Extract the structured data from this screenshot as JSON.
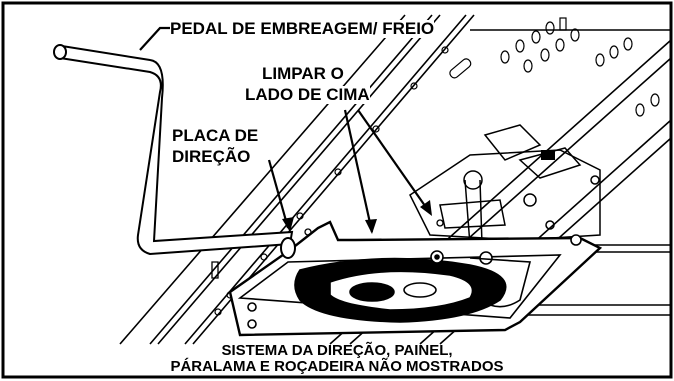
{
  "labels": {
    "pedal": "PEDAL DE EMBREAGEM/ FREIO",
    "top_side": [
      "LIMPAR O",
      "LADO DE CIMA"
    ],
    "steering_plate": [
      "PLACA DE",
      "DIREÇÃO"
    ]
  },
  "caption": [
    "SISTEMA DA DIREÇÃO, PAINEL,",
    "PÁRALAMA E ROÇADEIRA NÃO MOSTRADOS"
  ],
  "colors": {
    "ink": "#000000",
    "paper": "#ffffff",
    "highlight": "#111111"
  }
}
